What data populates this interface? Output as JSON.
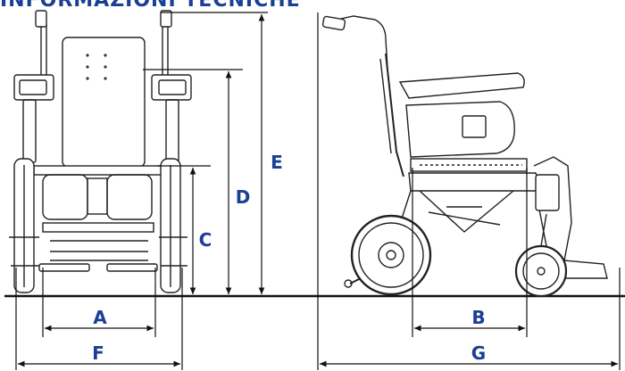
{
  "header": {
    "title": "INFORMAZIONI TECNICHE"
  },
  "colors": {
    "accent": "#1c3f95",
    "line": "#111111"
  },
  "dimensions": {
    "A": "A",
    "B": "B",
    "C": "C",
    "D": "D",
    "E": "E",
    "F": "F",
    "G": "G"
  }
}
